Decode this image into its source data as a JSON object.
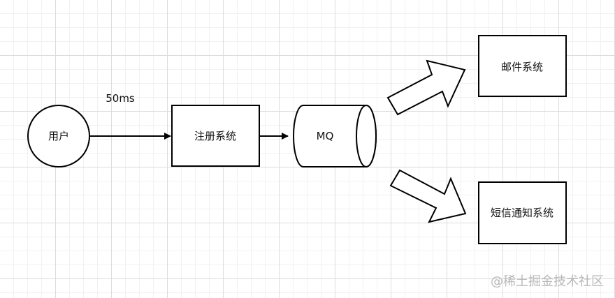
{
  "nodes": {
    "user": "用户",
    "register": "注册系统",
    "mq": "MQ",
    "email": "邮件系统",
    "sms": "短信通知系统"
  },
  "edge_label": "50ms",
  "watermark": "@稀土掘金技术社区",
  "colors": {
    "stroke": "#000000",
    "grid": "#dcdcdc",
    "watermark": "#b8b8b8"
  }
}
